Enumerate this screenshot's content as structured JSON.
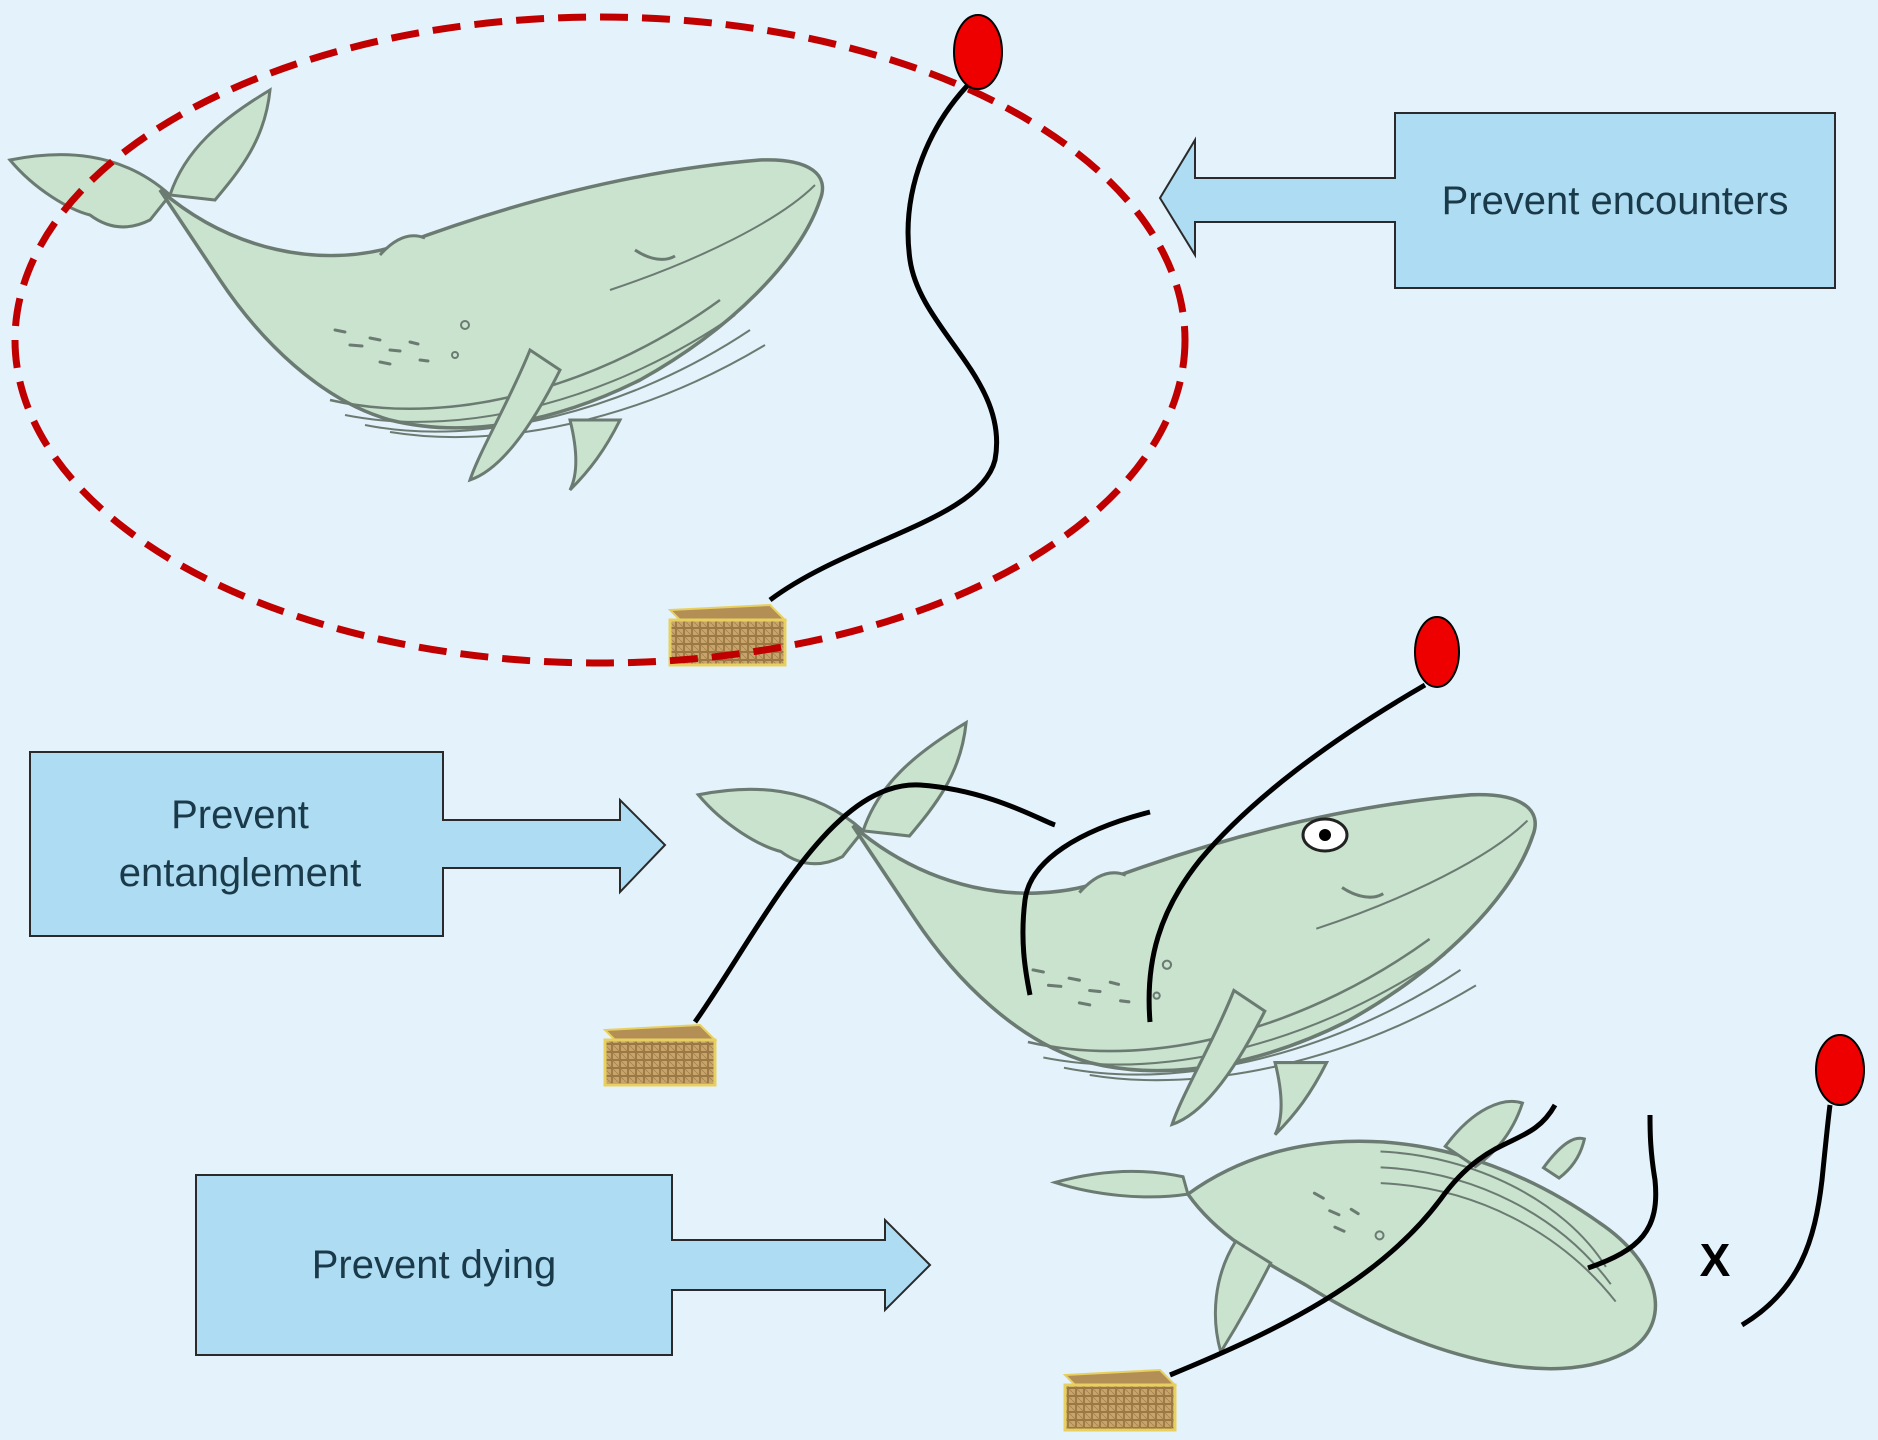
{
  "callouts": {
    "encounters": "Prevent encounters",
    "entanglement": "Prevent entanglement",
    "dying": "Prevent dying"
  },
  "dead_marker": "X",
  "colors": {
    "background": "#e4f2fb",
    "callout_fill": "#aedcf2",
    "highlight_ellipse": "#c00000",
    "buoy": "#ee0000",
    "whale_body": "#c9e3cf",
    "rope": "#000000",
    "trap": "#c9a468"
  },
  "icons": [
    "whale",
    "buoy",
    "trap",
    "rope",
    "arrow-callout",
    "eye-icon"
  ]
}
